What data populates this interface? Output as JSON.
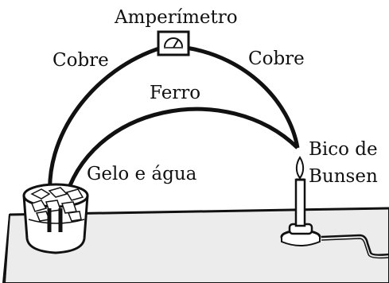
{
  "labels": {
    "ammeter": "Amperímetro",
    "copper_left": "Cobre",
    "copper_right": "Cobre",
    "iron": "Ferro",
    "ice_water": "Gelo e água",
    "burner_line1": "Bico de",
    "burner_line2": "Bunsen"
  },
  "colors": {
    "ink": "#111111",
    "table_fill": "#ececec",
    "background": "#ffffff"
  }
}
